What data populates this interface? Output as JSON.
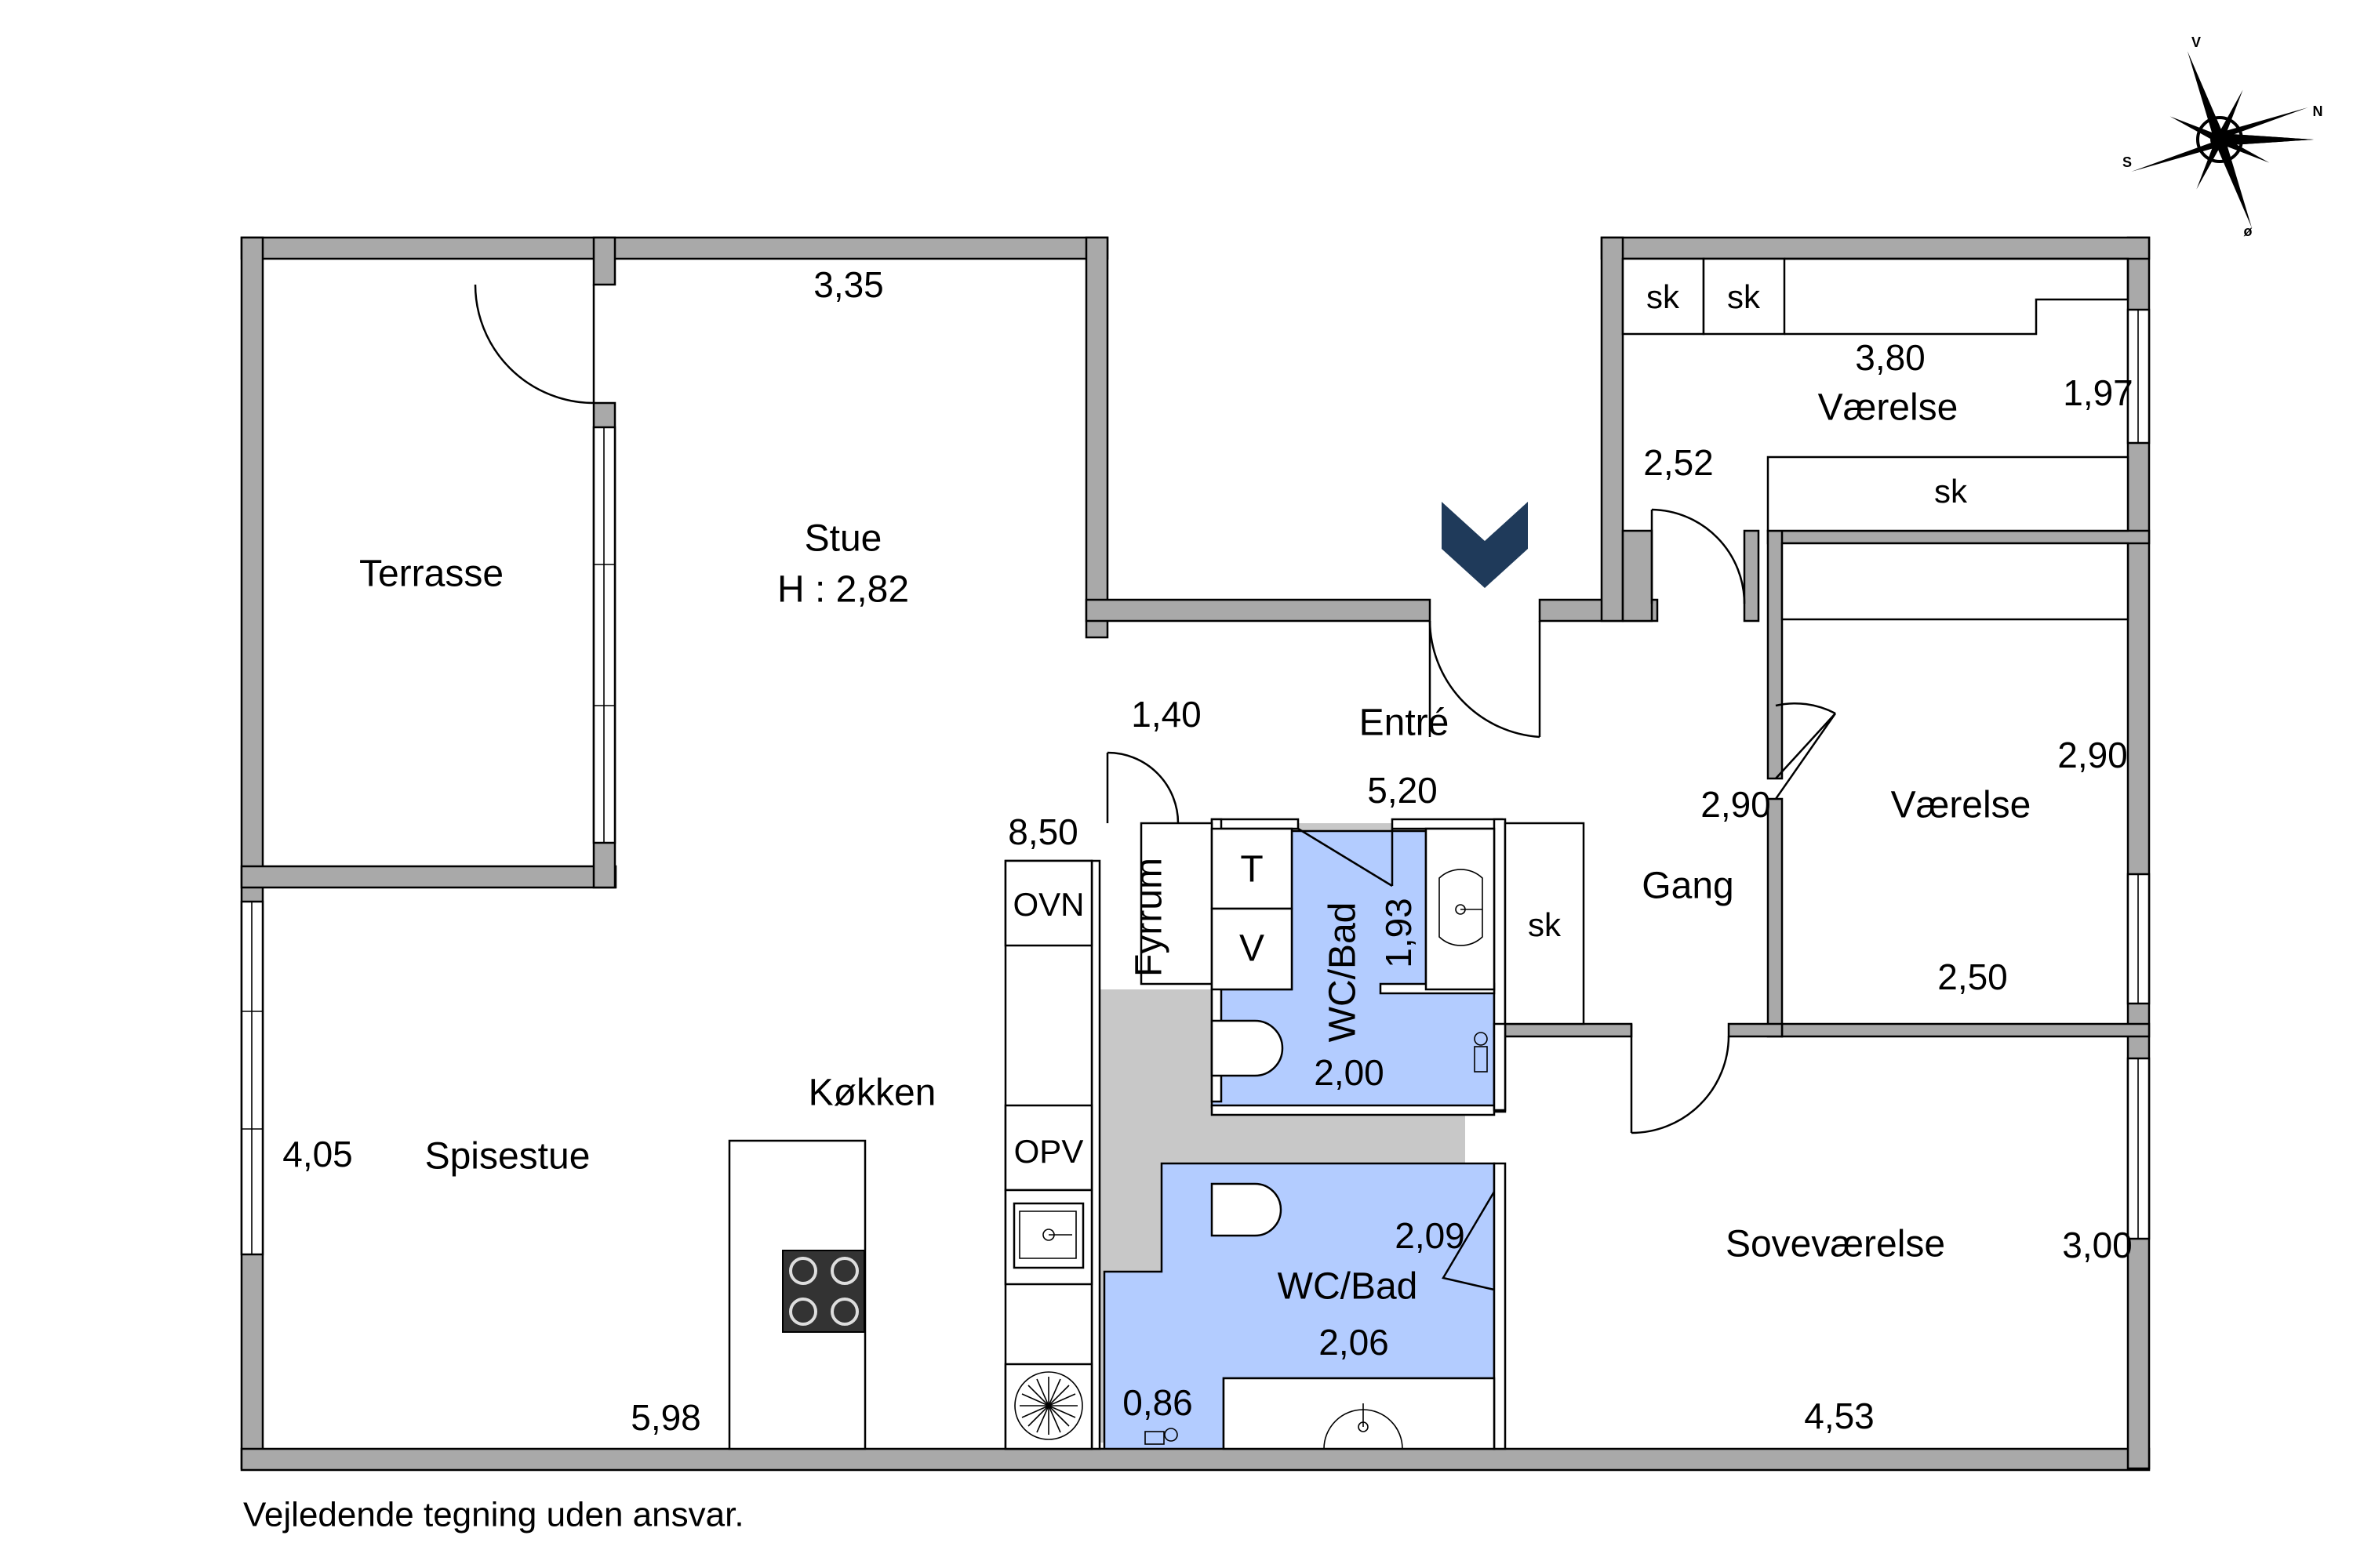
{
  "rooms": {
    "terrasse": "Terrasse",
    "stue": "Stue",
    "stue_height": "H : 2,82",
    "entre": "Entré",
    "fyrrum": "Fyrrum",
    "wc_bad_1": "WC/Bad",
    "wc_bad_2": "WC/Bad",
    "koekken": "Køkken",
    "spisestue": "Spisestue",
    "gang": "Gang",
    "vaerelse_1": "Værelse",
    "vaerelse_2": "Værelse",
    "sovevaerelse": "Soveværelse"
  },
  "dimensions": {
    "stue_width": "3,35",
    "entre_1": "1,40",
    "entre_2": "5,20",
    "koekken": "8,50",
    "wc1_a": "1,93",
    "wc1_b": "2,00",
    "wc2_a": "2,09",
    "wc2_b": "2,06",
    "wc2_c": "0,86",
    "spisestue_a": "4,05",
    "spisestue_b": "5,98",
    "vaerelse1_a": "3,80",
    "vaerelse1_b": "1,97",
    "gang": "2,52",
    "gang_b": "2,90",
    "vaerelse2_a": "2,90",
    "vaerelse2_b": "2,50",
    "sove_a": "3,00",
    "sove_b": "4,53"
  },
  "fixtures": {
    "ovn": "OVN",
    "opv": "OPV",
    "t": "T",
    "v": "V",
    "sk_1": "sk",
    "sk_2": "sk",
    "sk_3": "sk",
    "sk_4": "sk"
  },
  "compass": {
    "v": "V",
    "n": "N",
    "s": "S",
    "o": "ø"
  },
  "colors": {
    "wall": "#a9a9a9",
    "bath": "#b3ccff",
    "hall": "#c8c8c8",
    "entry_marker": "#1f3a5a"
  },
  "disclaimer": "Vejledende tegning uden ansvar."
}
